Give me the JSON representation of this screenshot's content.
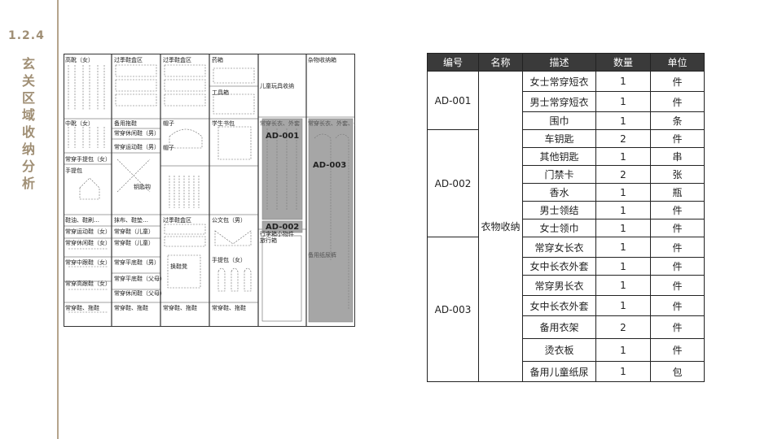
{
  "section": {
    "number": "1.2.4",
    "title": "玄关区域收纳分析"
  },
  "colors": {
    "accent": "#a08f75",
    "header_bg": "#3a3a3a",
    "highlight": "#a6a6a6"
  },
  "drawing": {
    "labels": {
      "c1_top": "高靴（女）",
      "c1_mid": "中靴（女）",
      "c1_n": "常穿手提包（女）",
      "c1_bag": "手提包",
      "c1_shoe": "鞋油、鞋刷…",
      "c1_r1": "常穿运动鞋（女）",
      "c1_r2": "常穿休闲鞋（女）",
      "c1_r3": "常穿中跟鞋（女）",
      "c1_r4": "常穿高跟鞋（女）",
      "c1_bottom": "常穿鞋、拖鞋",
      "c2_top": "过季鞋盒区",
      "c2_a": "备用拖鞋",
      "c2_b": "常穿休闲鞋（男）",
      "c2_c": "常穿运动鞋（男）",
      "c2_key": "钥匙钩",
      "c2_d": "抹布、鞋垫…",
      "c2_e": "常穿鞋（儿童）",
      "c2_f": "常穿鞋（儿童）",
      "c2_g": "常穿平底鞋（男）",
      "c2_h": "常穿平底鞋（父母）",
      "c2_i": "常穿休闲鞋（父母）",
      "c2_bottom": "常穿鞋、拖鞋",
      "c3_top": "过季鞋盒区",
      "c3_hat": "帽子",
      "c3_hat2": "帽子",
      "c3_mid": "过季鞋盒区",
      "c3_stool": "换鞋凳",
      "c3_bottom": "常穿鞋、拖鞋",
      "c4_top": "药箱",
      "c4_tool": "工具箱",
      "c4_bag": "学生书包",
      "c4_brief": "公文包（男）",
      "c4_hand": "手提包（女）",
      "c4_bottom": "常穿鞋、拖鞋",
      "c5_top": "儿童玩具收纳",
      "c5_coat": "常穿长衣、外套",
      "c5_item": "行李箱小物件",
      "c5_luggage": "旅行箱",
      "c6_top": "杂物收纳箱",
      "c6_coat": "常穿长衣、外套、长衣物",
      "c6_bottom": "备用纸尿裤"
    },
    "tags": {
      "a": "AD-001",
      "b": "AD-002",
      "c": "AD-003"
    }
  },
  "table": {
    "headers": [
      "编号",
      "名称",
      "描述",
      "数量",
      "单位"
    ],
    "name": "衣物收纳",
    "groups": [
      {
        "code": "AD-001",
        "items": [
          {
            "desc": "女士常穿短衣",
            "qty": "1",
            "unit": "件"
          },
          {
            "desc": "男士常穿短衣",
            "qty": "1",
            "unit": "件"
          },
          {
            "desc": "围巾",
            "qty": "1",
            "unit": "条"
          }
        ]
      },
      {
        "code": "AD-002",
        "items": [
          {
            "desc": "车钥匙",
            "qty": "2",
            "unit": "件"
          },
          {
            "desc": "其他钥匙",
            "qty": "1",
            "unit": "串"
          },
          {
            "desc": "门禁卡",
            "qty": "2",
            "unit": "张"
          },
          {
            "desc": "香水",
            "qty": "1",
            "unit": "瓶"
          },
          {
            "desc": "男士领结",
            "qty": "1",
            "unit": "件"
          },
          {
            "desc": "女士领巾",
            "qty": "1",
            "unit": "件"
          }
        ]
      },
      {
        "code": "AD-003",
        "items": [
          {
            "desc": "常穿女长衣",
            "qty": "1",
            "unit": "件"
          },
          {
            "desc": "女中长衣外套",
            "qty": "1",
            "unit": "件"
          },
          {
            "desc": "常穿男长衣",
            "qty": "1",
            "unit": "件"
          },
          {
            "desc": "女中长衣外套",
            "qty": "1",
            "unit": "件"
          },
          {
            "desc": "备用衣架",
            "qty": "2",
            "unit": "件"
          },
          {
            "desc": "烫衣板",
            "qty": "1",
            "unit": "件"
          },
          {
            "desc": "备用儿童纸尿",
            "qty": "1",
            "unit": "包"
          }
        ]
      }
    ]
  }
}
